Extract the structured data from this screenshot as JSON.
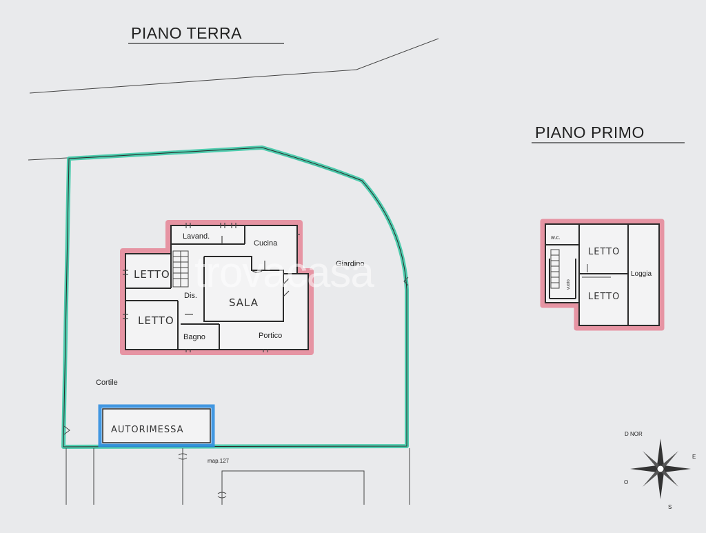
{
  "titles": {
    "ground_floor": "PIANO TERRA",
    "first_floor": "PIANO PRIMO"
  },
  "ground_rooms": {
    "lavanderia": "Lavand.",
    "cucina": "Cucina",
    "giardino": "Giardino",
    "letto_1": "LETTO",
    "letto_2": "LETTO",
    "disimpegno": "Dis.",
    "sala": "SALA",
    "bagno": "Bagno",
    "portico": "Portico",
    "cortile": "Cortile",
    "autorimessa": "AUTORIMESSA",
    "mappale": "map.127"
  },
  "first_rooms": {
    "wc": "w.c.",
    "letto_1": "LETTO",
    "letto_2": "LETTO",
    "loggia": "Loggia",
    "vuoto": "vuoto"
  },
  "compass": {
    "north": "D NOR",
    "east": "E",
    "west": "O",
    "south": "S"
  },
  "watermark": "trovacasa",
  "colors": {
    "lot_boundary": "#3ec9a7",
    "house_outline": "#e58596",
    "garage_outline": "#2f8ee0",
    "paper": "#e9eaec",
    "ink": "#333333"
  }
}
